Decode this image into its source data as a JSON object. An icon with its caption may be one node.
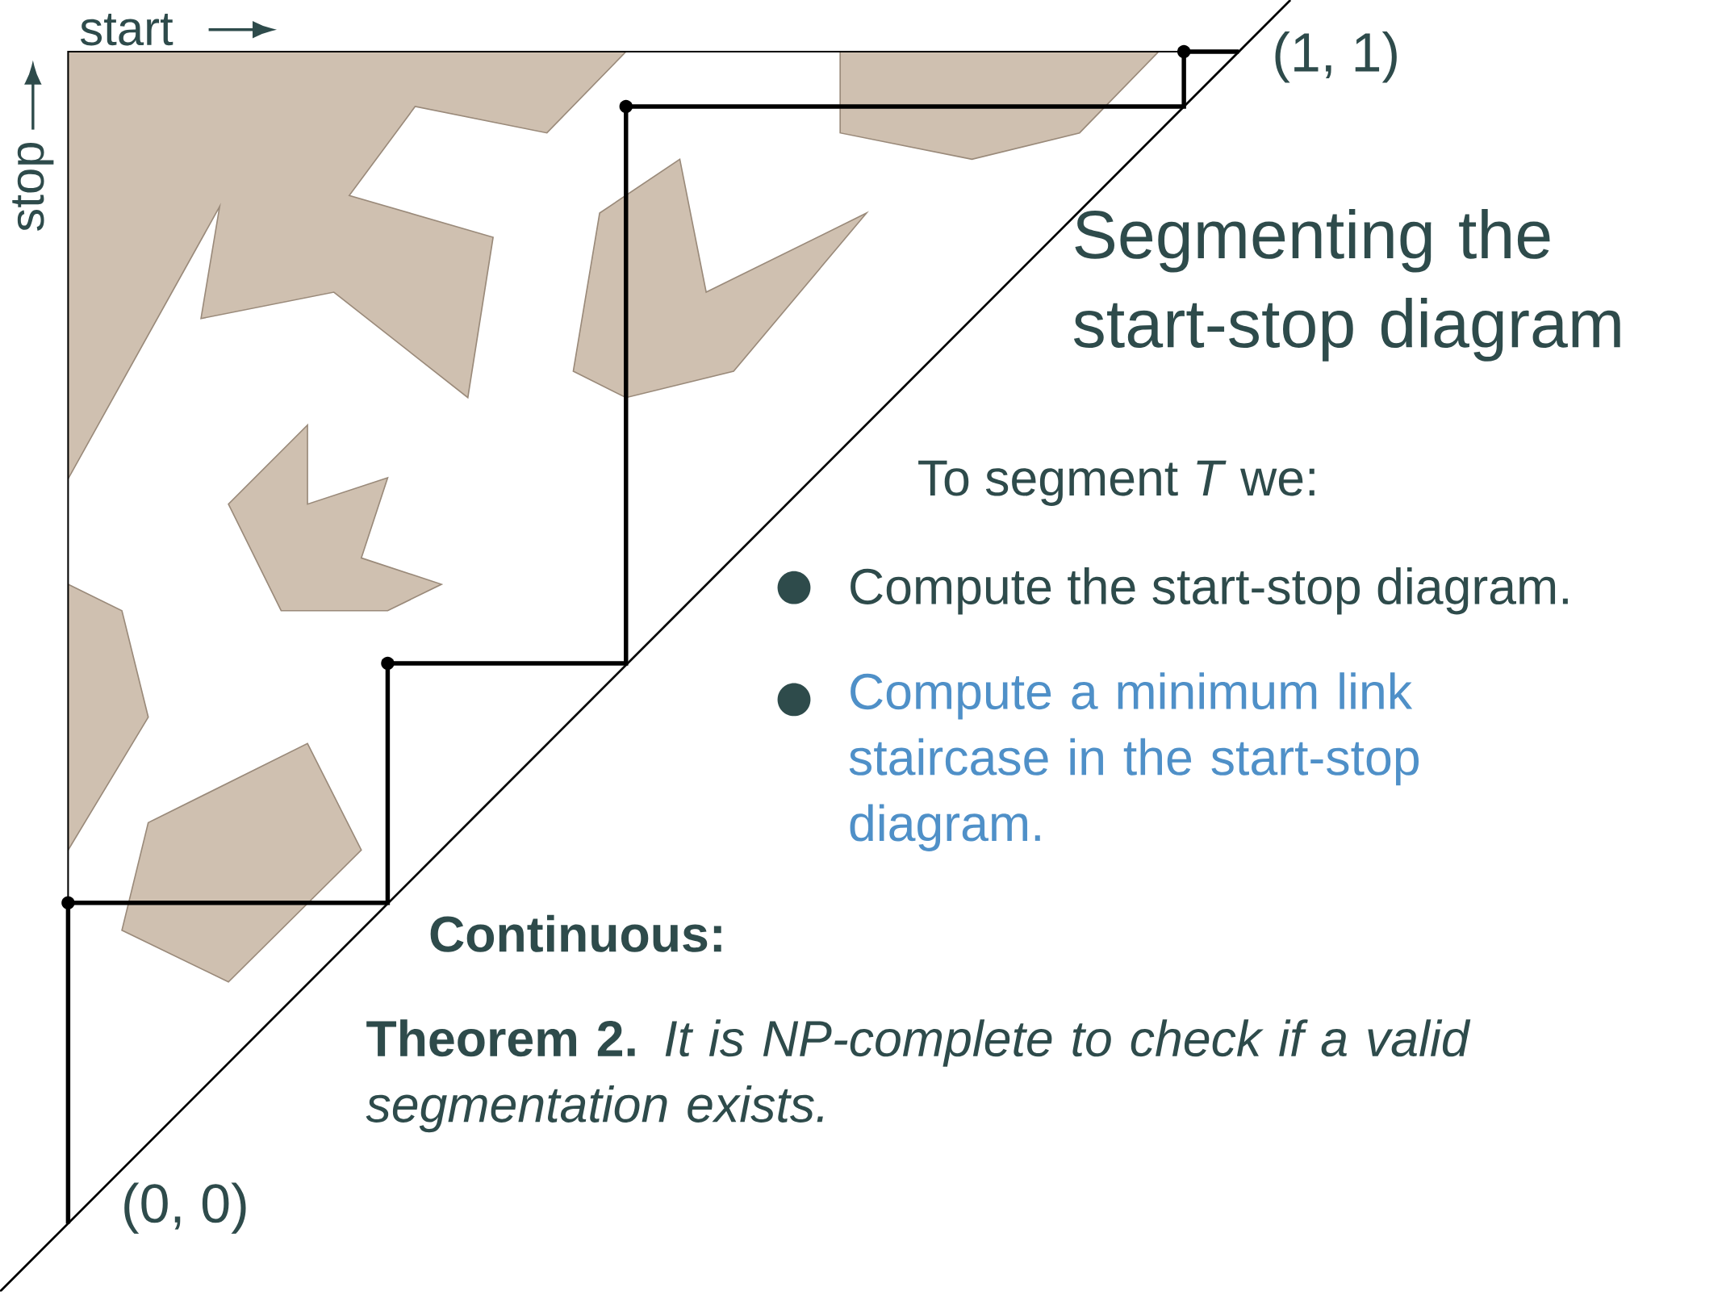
{
  "diagram": {
    "title": "Segmenting the start-stop diagram",
    "labels": [
      "start",
      "stop",
      "(1, 1)",
      "(0, 0)",
      "To segment *T* we:",
      "Compute the start-stop diagram.",
      "Compute a minimum link staircase in the start-stop diagram.",
      "Continuous:",
      "**Theorem 2.** *It is NP-complete to check if a valid segmentation exists.*"
    ]
  }
}
